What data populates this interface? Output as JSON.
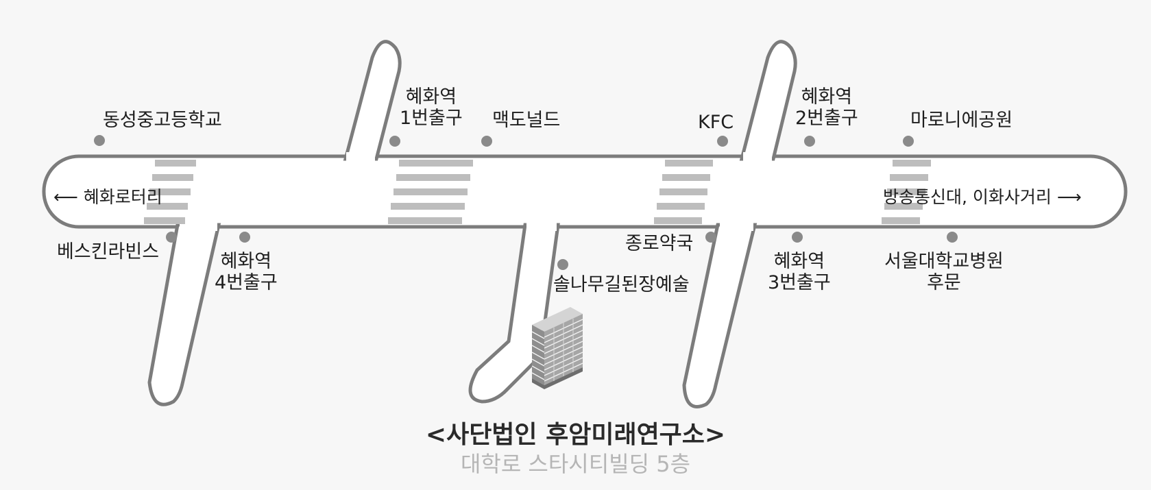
{
  "map": {
    "direction_left": "⟵ 혜화로터리",
    "direction_right": "방송통신대, 이화사거리 ⟶",
    "places": {
      "dongsung": "동성중고등학교",
      "exit1_a": "혜화역",
      "exit1_b": "1번출구",
      "mcdonalds": "맥도널드",
      "kfc": "KFC",
      "exit2_a": "혜화역",
      "exit2_b": "2번출구",
      "maronie": "마로니에공원",
      "baskin": "베스킨라빈스",
      "exit4_a": "혜화역",
      "exit4_b": "4번출구",
      "jongro": "종로약국",
      "sollamu": "솔나무길된장예술",
      "exit3_a": "혜화역",
      "exit3_b": "3번출구",
      "snuh_a": "서울대학교병원",
      "snuh_b": "후문"
    },
    "title": "<사단법인 후암미래연구소>",
    "subtitle": "대학로 스타시티빌딩 5층"
  }
}
